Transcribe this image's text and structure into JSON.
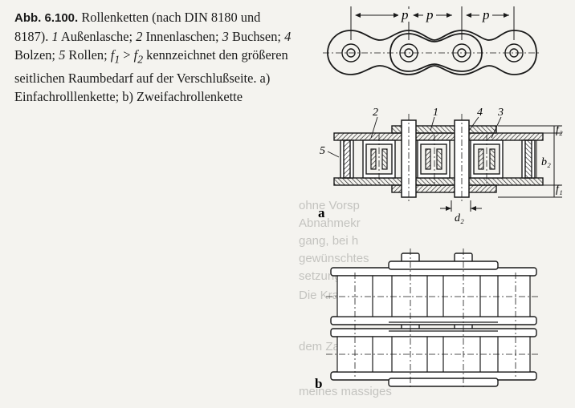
{
  "caption": {
    "label": "Abb. 6.100.",
    "title": "Rollenketten (nach DIN 8180 und 8187).",
    "n1": "1",
    "t1": "Außenlasche;",
    "n2": "2",
    "t2": "Innenlaschen;",
    "n3": "3",
    "t3": "Buchsen;",
    "n4": "4",
    "t4": "Bolzen;",
    "n5": "5",
    "t5": "Rollen;",
    "f1": "f",
    "f1_sub": "1",
    "gt": " > ",
    "f2": "f",
    "f2_sub": "2",
    "tail": "kennzeichnet den größeren seitlichen Raumbedarf auf der Verschlußseite. a) Einfachrolllenkette; b) Zweifachrollenkette"
  },
  "figure": {
    "pitch_label": "p",
    "part_labels": [
      "2",
      "1",
      "4",
      "3",
      "5"
    ],
    "dim_f2": "f₂",
    "dim_b2": "b₂",
    "dim_f1": "f₁",
    "dim_d2": "d₂",
    "label_a": "a",
    "label_b": "b"
  },
  "bleed_through": [
    "ohne Vorsp",
    "Abnahmekr",
    "gang, bei h",
    "gewünschtes",
    "setzung der",
    "Die Kraftüb",
    "dem Zahnst",
    "meines massiges"
  ]
}
